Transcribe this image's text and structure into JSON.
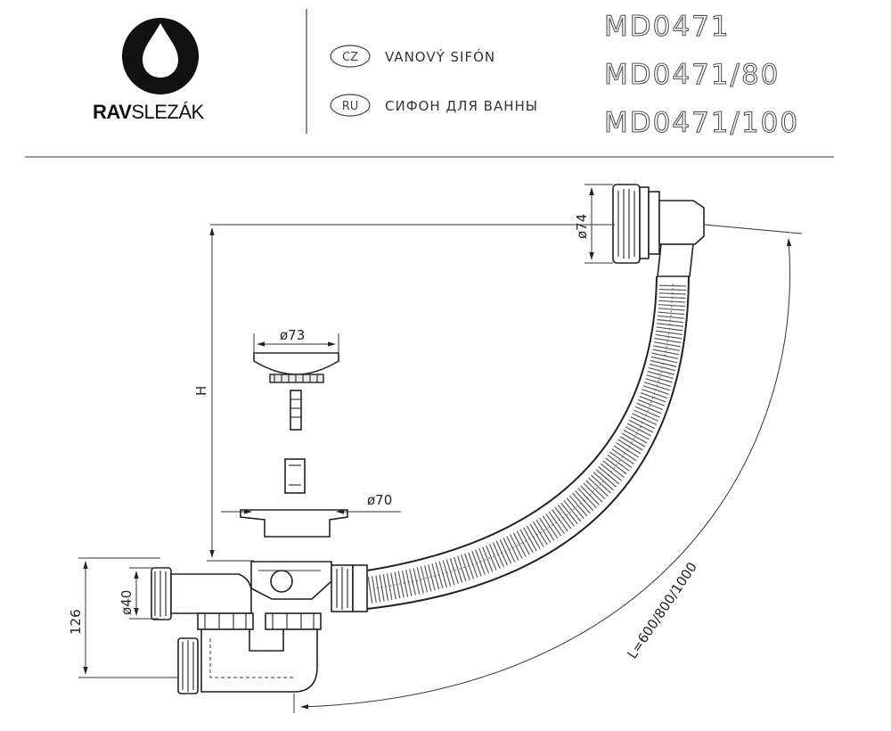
{
  "header": {
    "brand_left": "RAV",
    "brand_right": "SLEZÁK",
    "languages": [
      {
        "code": "CZ",
        "text": "VANOVÝ SIFÓN"
      },
      {
        "code": "RU",
        "text": "СИФОН ДЛЯ ВАННЫ"
      }
    ],
    "models": [
      "MD0471",
      "MD0471/80",
      "MD0471/100"
    ]
  },
  "dimensions": {
    "overflow_diameter": "ø74",
    "plug_diameter": "ø73",
    "waste_flange_diameter": "ø70",
    "outlet_diameter": "ø40",
    "height_label": "H",
    "trap_height": "126",
    "hose_length": "L=600/800/1000"
  },
  "colors": {
    "line": "#222222",
    "background": "#ffffff"
  }
}
